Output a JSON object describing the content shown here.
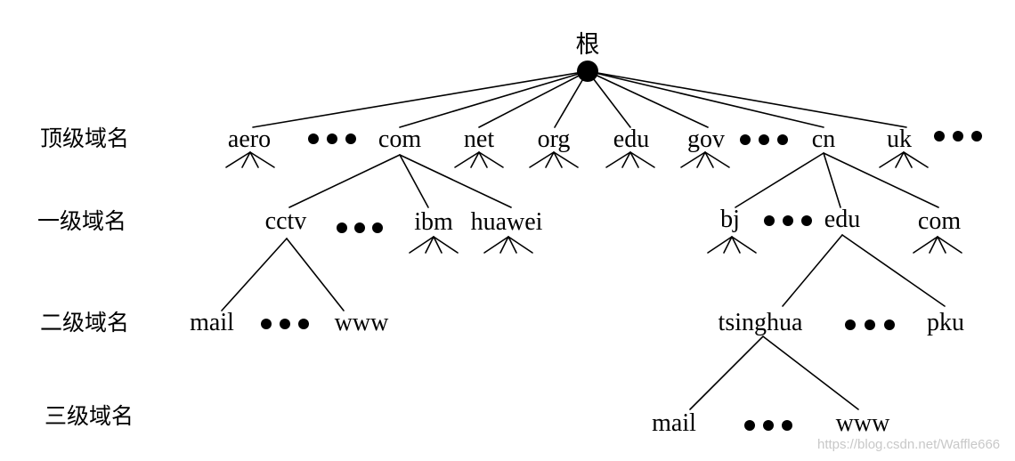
{
  "root": {
    "label": "根"
  },
  "level_labels": {
    "top": "顶级域名",
    "first": "一级域名",
    "second": "二级域名",
    "third": "三级域名"
  },
  "top_level_domains": [
    "aero",
    "com",
    "net",
    "org",
    "edu",
    "gov",
    "cn",
    "uk"
  ],
  "first_level_domains": {
    "com": [
      "cctv",
      "ibm",
      "huawei"
    ],
    "cn": [
      "bj",
      "edu",
      "com"
    ]
  },
  "second_level_domains": {
    "cctv": [
      "mail",
      "www"
    ],
    "cn_edu": [
      "tsinghua",
      "pku"
    ]
  },
  "third_level_domains": {
    "tsinghua": [
      "mail",
      "www"
    ]
  },
  "watermark": "https://blog.csdn.net/Waffle666",
  "colors": {
    "background": "#ffffff",
    "line": "#000000",
    "text": "#000000",
    "watermark": "#c8c8c8"
  }
}
